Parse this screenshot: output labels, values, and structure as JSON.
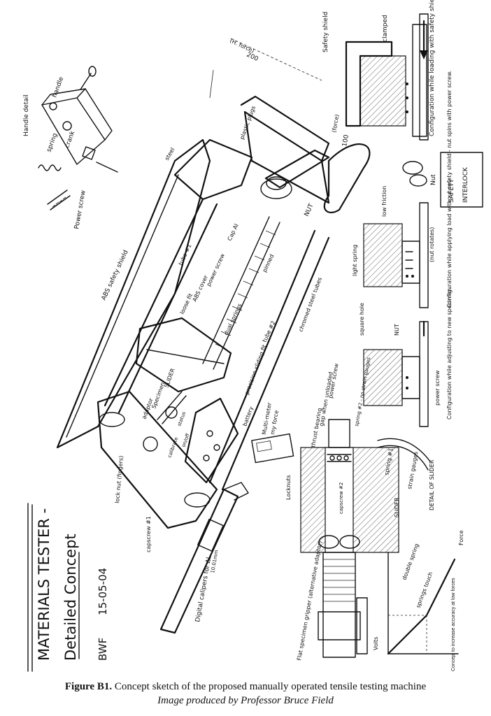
{
  "title_block": {
    "title_line1": "MATERIALS TESTER -",
    "title_line2": "Detailed Concept",
    "initials": "BWF",
    "date": "15-05-04"
  },
  "handle_detail": {
    "heading": "Handle detail",
    "handle": "handle",
    "crank": "crank",
    "spring": "spring",
    "power_screw": "Power screw"
  },
  "labels": {
    "safety_shield": "Safety shield",
    "clamped": "clamped",
    "config_loading": "Configuration while loading with safety shield in place. Nut can't spin, and it clamps shield closed.",
    "dim_200": "200",
    "dim_force": "(H. force)",
    "dim_100": "100",
    "dim_force2": "(force)",
    "plastic_plugs": "plastic plugs",
    "steel": "steel",
    "nut": "NUT",
    "nut_small": "Nut",
    "safety_interlock_1": "SAFETY",
    "safety_interlock_2": "INTERLOCK",
    "low_friction": "low friction",
    "nut_rotates": "(nut rotates)",
    "light_spring": "light spring",
    "config_load": "Configuration while applying load without safety shield - nut spins with power screw.",
    "cap_al": "Cap Al",
    "power_screw": "power screw",
    "abs_cover": "ABS cover",
    "loose_fit": "loose fit",
    "tube1": "tube #1",
    "tube2": "tube #2",
    "pinned": "pinned",
    "chromed_steel_tubes": "chromed steel tubes",
    "dual_springs": "dual springs",
    "abs_safety_shield": "ABS safety shield",
    "slider": "SLIDER",
    "specimen": "Specimen",
    "adaptor": "adaptor",
    "precision_sliding_fit": "precision sliding fit",
    "multimeter": "Multi-meter",
    "my_force": "my force",
    "battery": "battery",
    "status": "status",
    "on_off": "on/off",
    "calibrate": "calibrate",
    "square_hole": "square hole",
    "nut2": "NUT",
    "power_screw2": "power screw",
    "config_adjust": "Configuration while adjusting to new specimen",
    "lock_nut": "lock nut (fingers)",
    "capscrew1": "capscrew #1",
    "digital_calipers": "Digital calipers for ΔL",
    "caliper_reading": "10.01mm",
    "locknuts": "Locknuts",
    "thrust_bearing": "thrust bearing",
    "gap_unloaded": "gap when unloaded",
    "power_screw3": "power screw",
    "spring2": "spring #2 - no strain gauges",
    "capscrew2": "capscrew #2",
    "spring1": "spring #1",
    "strain_gauges": "strain gauges",
    "slider2": "SLIDER",
    "detail_of_slider": "DETAIL OF SLIDER",
    "flat_gripper": "Flat specimen gripper (alternative adaptor)",
    "force": "Force",
    "volts": "Volts",
    "springs_touch": "springs touch",
    "double_spring": "double spring",
    "concept_note": "Concept to increase accuracy at low forces"
  },
  "caption": {
    "figure_label": "Figure B1.",
    "text": "Concept sketch of the proposed manually operated tensile testing machine",
    "credit": "Image produced by Professor Bruce Field"
  }
}
